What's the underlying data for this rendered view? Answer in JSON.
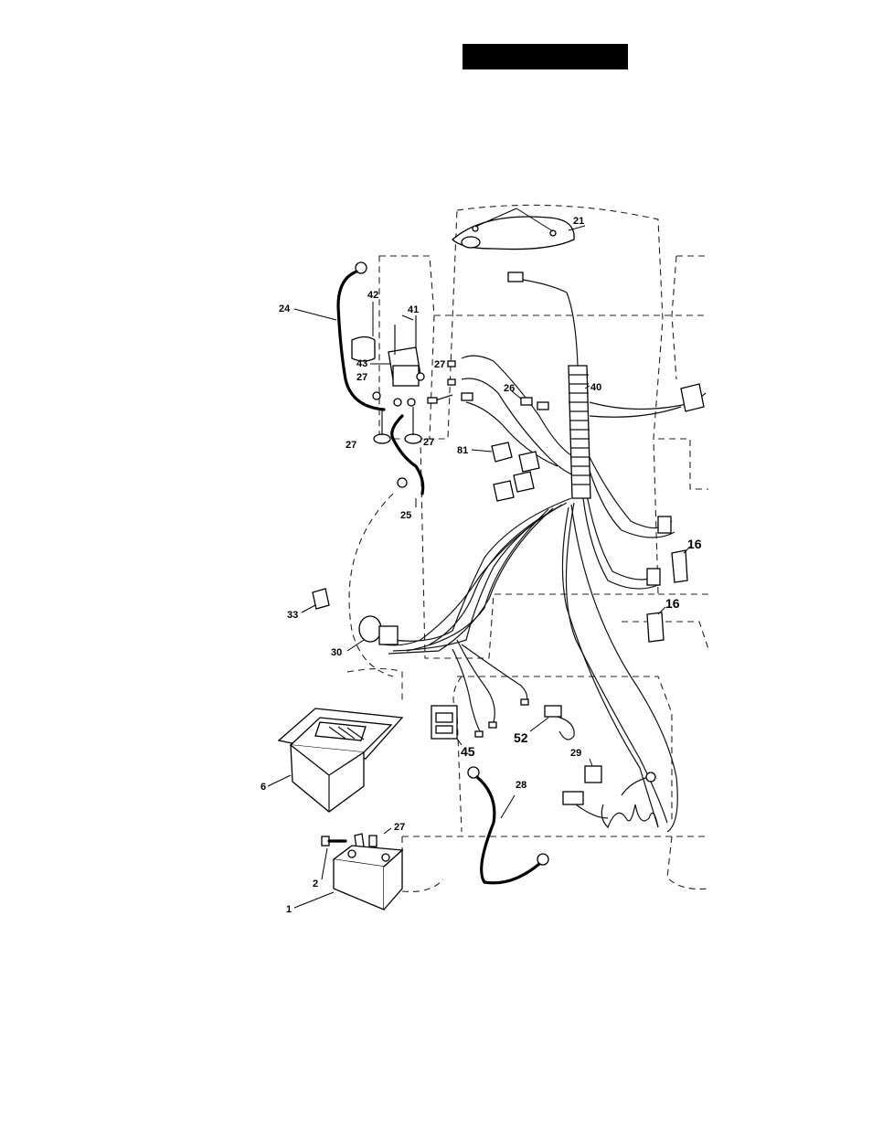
{
  "colors": {
    "ink": "#000000",
    "paper": "#ffffff"
  },
  "part_labels": [
    {
      "id": "label-21",
      "text": "21"
    },
    {
      "id": "label-24",
      "text": "24"
    },
    {
      "id": "label-42",
      "text": "42"
    },
    {
      "id": "label-41",
      "text": "41"
    },
    {
      "id": "label-43",
      "text": "43"
    },
    {
      "id": "label-27a",
      "text": "27"
    },
    {
      "id": "label-27b",
      "text": "27"
    },
    {
      "id": "label-27c",
      "text": "27"
    },
    {
      "id": "label-27d",
      "text": "27"
    },
    {
      "id": "label-26",
      "text": "26"
    },
    {
      "id": "label-40",
      "text": "40"
    },
    {
      "id": "label-81",
      "text": "81"
    },
    {
      "id": "label-25",
      "text": "25"
    },
    {
      "id": "label-16a",
      "text": "16"
    },
    {
      "id": "label-16b",
      "text": "16"
    },
    {
      "id": "label-33",
      "text": "33"
    },
    {
      "id": "label-30",
      "text": "30"
    },
    {
      "id": "label-45",
      "text": "45"
    },
    {
      "id": "label-52",
      "text": "52"
    },
    {
      "id": "label-29",
      "text": "29"
    },
    {
      "id": "label-28",
      "text": "28"
    },
    {
      "id": "label-6",
      "text": "6"
    },
    {
      "id": "label-27e",
      "text": "27"
    },
    {
      "id": "label-2",
      "text": "2"
    },
    {
      "id": "label-1",
      "text": "1"
    }
  ]
}
